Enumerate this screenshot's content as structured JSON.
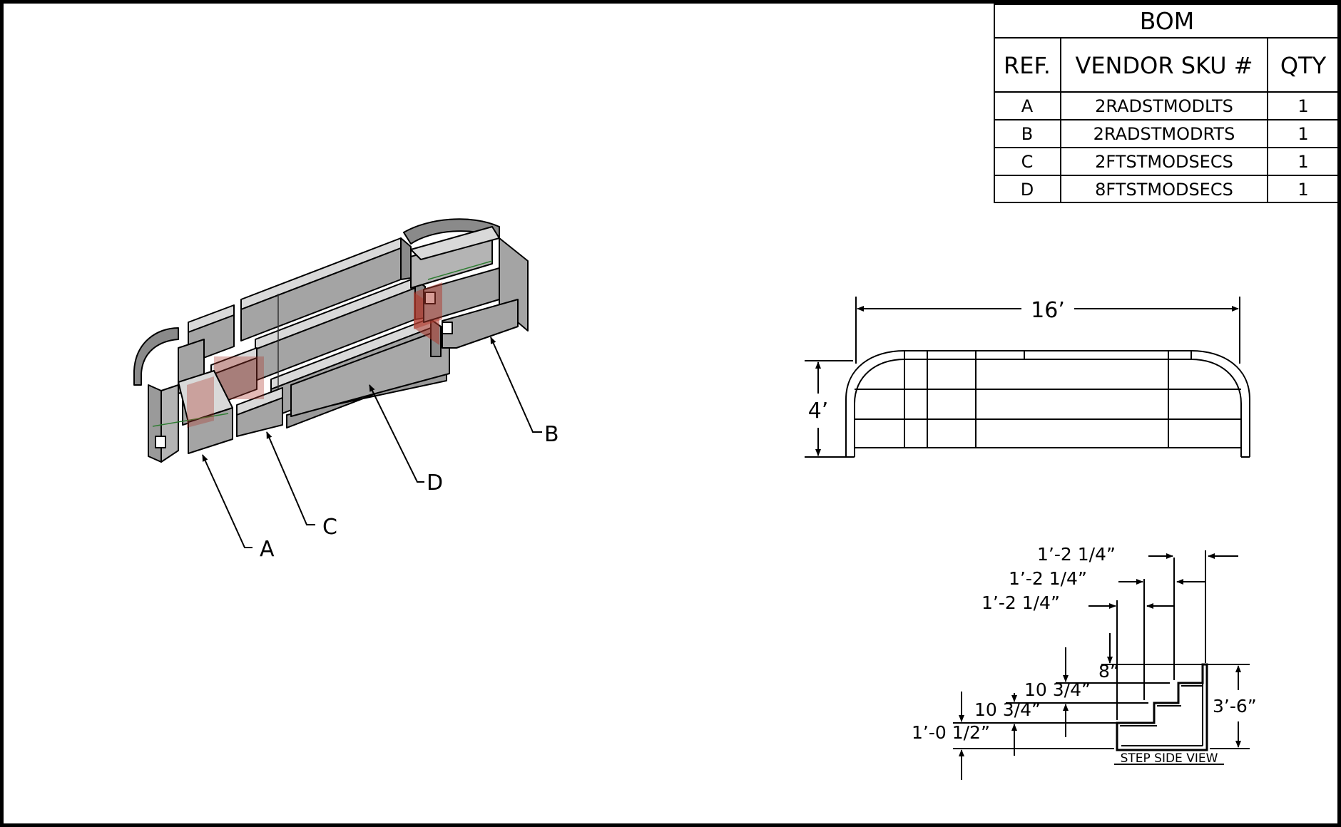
{
  "bom": {
    "title": "BOM",
    "headers": {
      "ref": "REF.",
      "sku": "VENDOR SKU #",
      "qty": "QTY"
    },
    "rows": [
      {
        "ref": "A",
        "sku": "2RADSTMODLTS",
        "qty": "1"
      },
      {
        "ref": "B",
        "sku": "2RADSTMODRTS",
        "qty": "1"
      },
      {
        "ref": "C",
        "sku": "2FTSTMODSECS",
        "qty": "1"
      },
      {
        "ref": "D",
        "sku": "8FTSTMODSECS",
        "qty": "1"
      }
    ]
  },
  "callouts": {
    "a": "A",
    "b": "B",
    "c": "C",
    "d": "D"
  },
  "top_view": {
    "length": "16’",
    "depth": "4’"
  },
  "side_view": {
    "title": "STEP SIDE VIEW",
    "tread_1": "1’-2 1/4”",
    "tread_2": "1’-2 1/4”",
    "tread_3": "1’-2 1/4”",
    "top_rise": "8”",
    "rise_3": "10 3/4”",
    "rise_2": "10 3/4”",
    "rise_1": "1’-0 1/2”",
    "total_height": "3’-6”"
  },
  "colors": {
    "line": "#000000",
    "step_fill": "#9a9a9a",
    "step_dark": "#5c5c5c",
    "accent": "#b03a2e"
  }
}
